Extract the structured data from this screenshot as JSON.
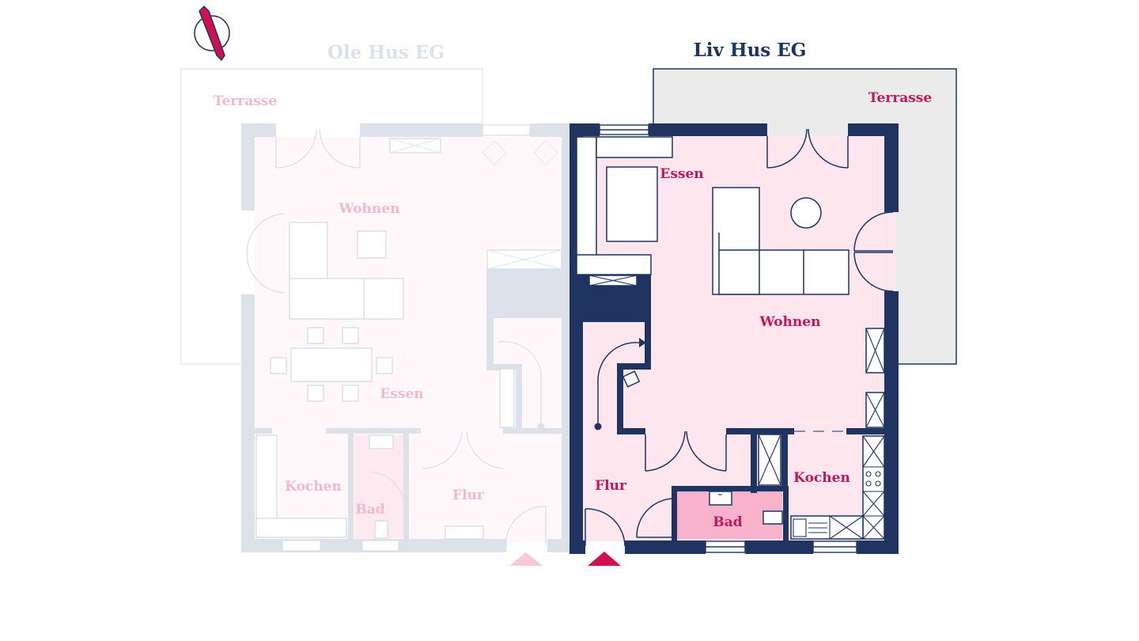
{
  "compass": {
    "icon": "north-arrow-icon"
  },
  "buildings": {
    "ole": {
      "title": "Ole Hus EG",
      "state": "inactive",
      "rooms": {
        "terrasse": "Terrasse",
        "wohnen": "Wohnen",
        "essen": "Essen",
        "kochen": "Kochen",
        "bad": "Bad",
        "flur": "Flur"
      }
    },
    "liv": {
      "title": "Liv Hus EG",
      "state": "active",
      "rooms": {
        "terrasse": "Terrasse",
        "essen": "Essen",
        "wohnen": "Wohnen",
        "flur": "Flur",
        "kochen": "Kochen",
        "bad": "Bad"
      }
    }
  },
  "colors": {
    "wall_active": "#1f3461",
    "wall_inactive": "#dde2ea",
    "room_fill": "#fde6ee",
    "bath_fill": "#f8b2cb",
    "terrace_fill": "#ebebeb",
    "label_active": "#c2185b",
    "label_inactive": "#f2b8cd",
    "entrance_active": "#d0104f",
    "entrance_inactive": "#f7c8d6"
  },
  "entrances": {
    "ole": "entrance-arrow-icon",
    "liv": "entrance-arrow-icon"
  }
}
